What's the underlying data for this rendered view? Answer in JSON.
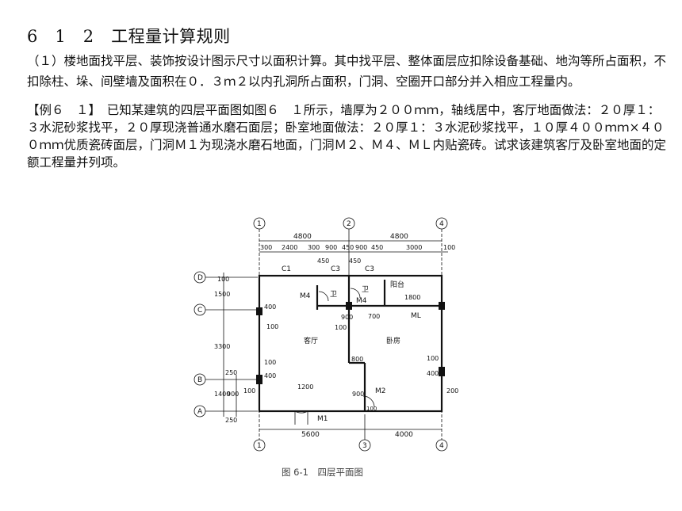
{
  "heading": "6　1　2　工程量计算规则",
  "rule_1": "（１）楼地面找平层、装饰按设计图示尺寸以面积计算。其中找平层、整体面层应扣除设备基础、地沟等所占面积，不扣除柱、垛、间壁墙及面积在０．３ｍ２以内孔洞所占面积，门洞、空圈开口部分并入相应工程量内。",
  "example_1": "【例６　１】　已知某建筑的四层平面图如图６　１所示，墙厚为２００ｍｍ，轴线居中，客厅地面做法：２０厚１：３水泥砂浆找平，２０厚现浇普通水磨石面层；卧室地面做法：２０厚１：３水泥砂浆找平，１０厚４００ｍｍ×４００ｍｍ优质瓷砖面层，门洞Ｍ１为现浇水磨石地面，门洞Ｍ２、Ｍ４、ＭＬ内贴瓷砖。试求该建筑客厅及卧室地面的定额工程量并列项。",
  "figure": {
    "caption": "图 6-1　四层平面图",
    "axes_top": [
      "1",
      "2",
      "4"
    ],
    "axes_bottom": [
      "1",
      "3",
      "4"
    ],
    "axes_left": [
      "D",
      "C",
      "B",
      "A"
    ],
    "dims_top_total": [
      "4800",
      "4800"
    ],
    "dims_top_detail": [
      "300",
      "2400",
      "300",
      "900",
      "450",
      "900",
      "450",
      "3000",
      "100"
    ],
    "dims_top_windows": [
      "450",
      "450"
    ],
    "window_c1": "C1",
    "window_c3a": "C3",
    "window_c3b": "C3",
    "dims_left": [
      "100",
      "1500",
      "3300",
      "250",
      "1400",
      "900",
      "250"
    ],
    "dims_bottom": [
      "5600",
      "4000"
    ],
    "room_living": "客厅",
    "room_bedroom": "卧房",
    "room_bath_a": "卫",
    "room_bath_b": "卫",
    "room_balcony": "阳台",
    "door_m4a": "M4",
    "door_m4b": "M4",
    "door_m1": "M1",
    "door_m2": "M2",
    "door_ml": "ML",
    "dim_1800": "1800",
    "dim_1200": "1200",
    "dim_700": "700",
    "dim_800": "800",
    "dim_200": "200",
    "dim_400_a": "400",
    "dim_400_b": "400",
    "dim_400_c": "400",
    "dim_100_a": "100",
    "dim_100_b": "100",
    "dim_100_c": "100",
    "dim_100_d": "100",
    "dim_100_e": "100",
    "dim_100_f": "100",
    "dim_900_a": "900",
    "dim_900_b": "900"
  }
}
